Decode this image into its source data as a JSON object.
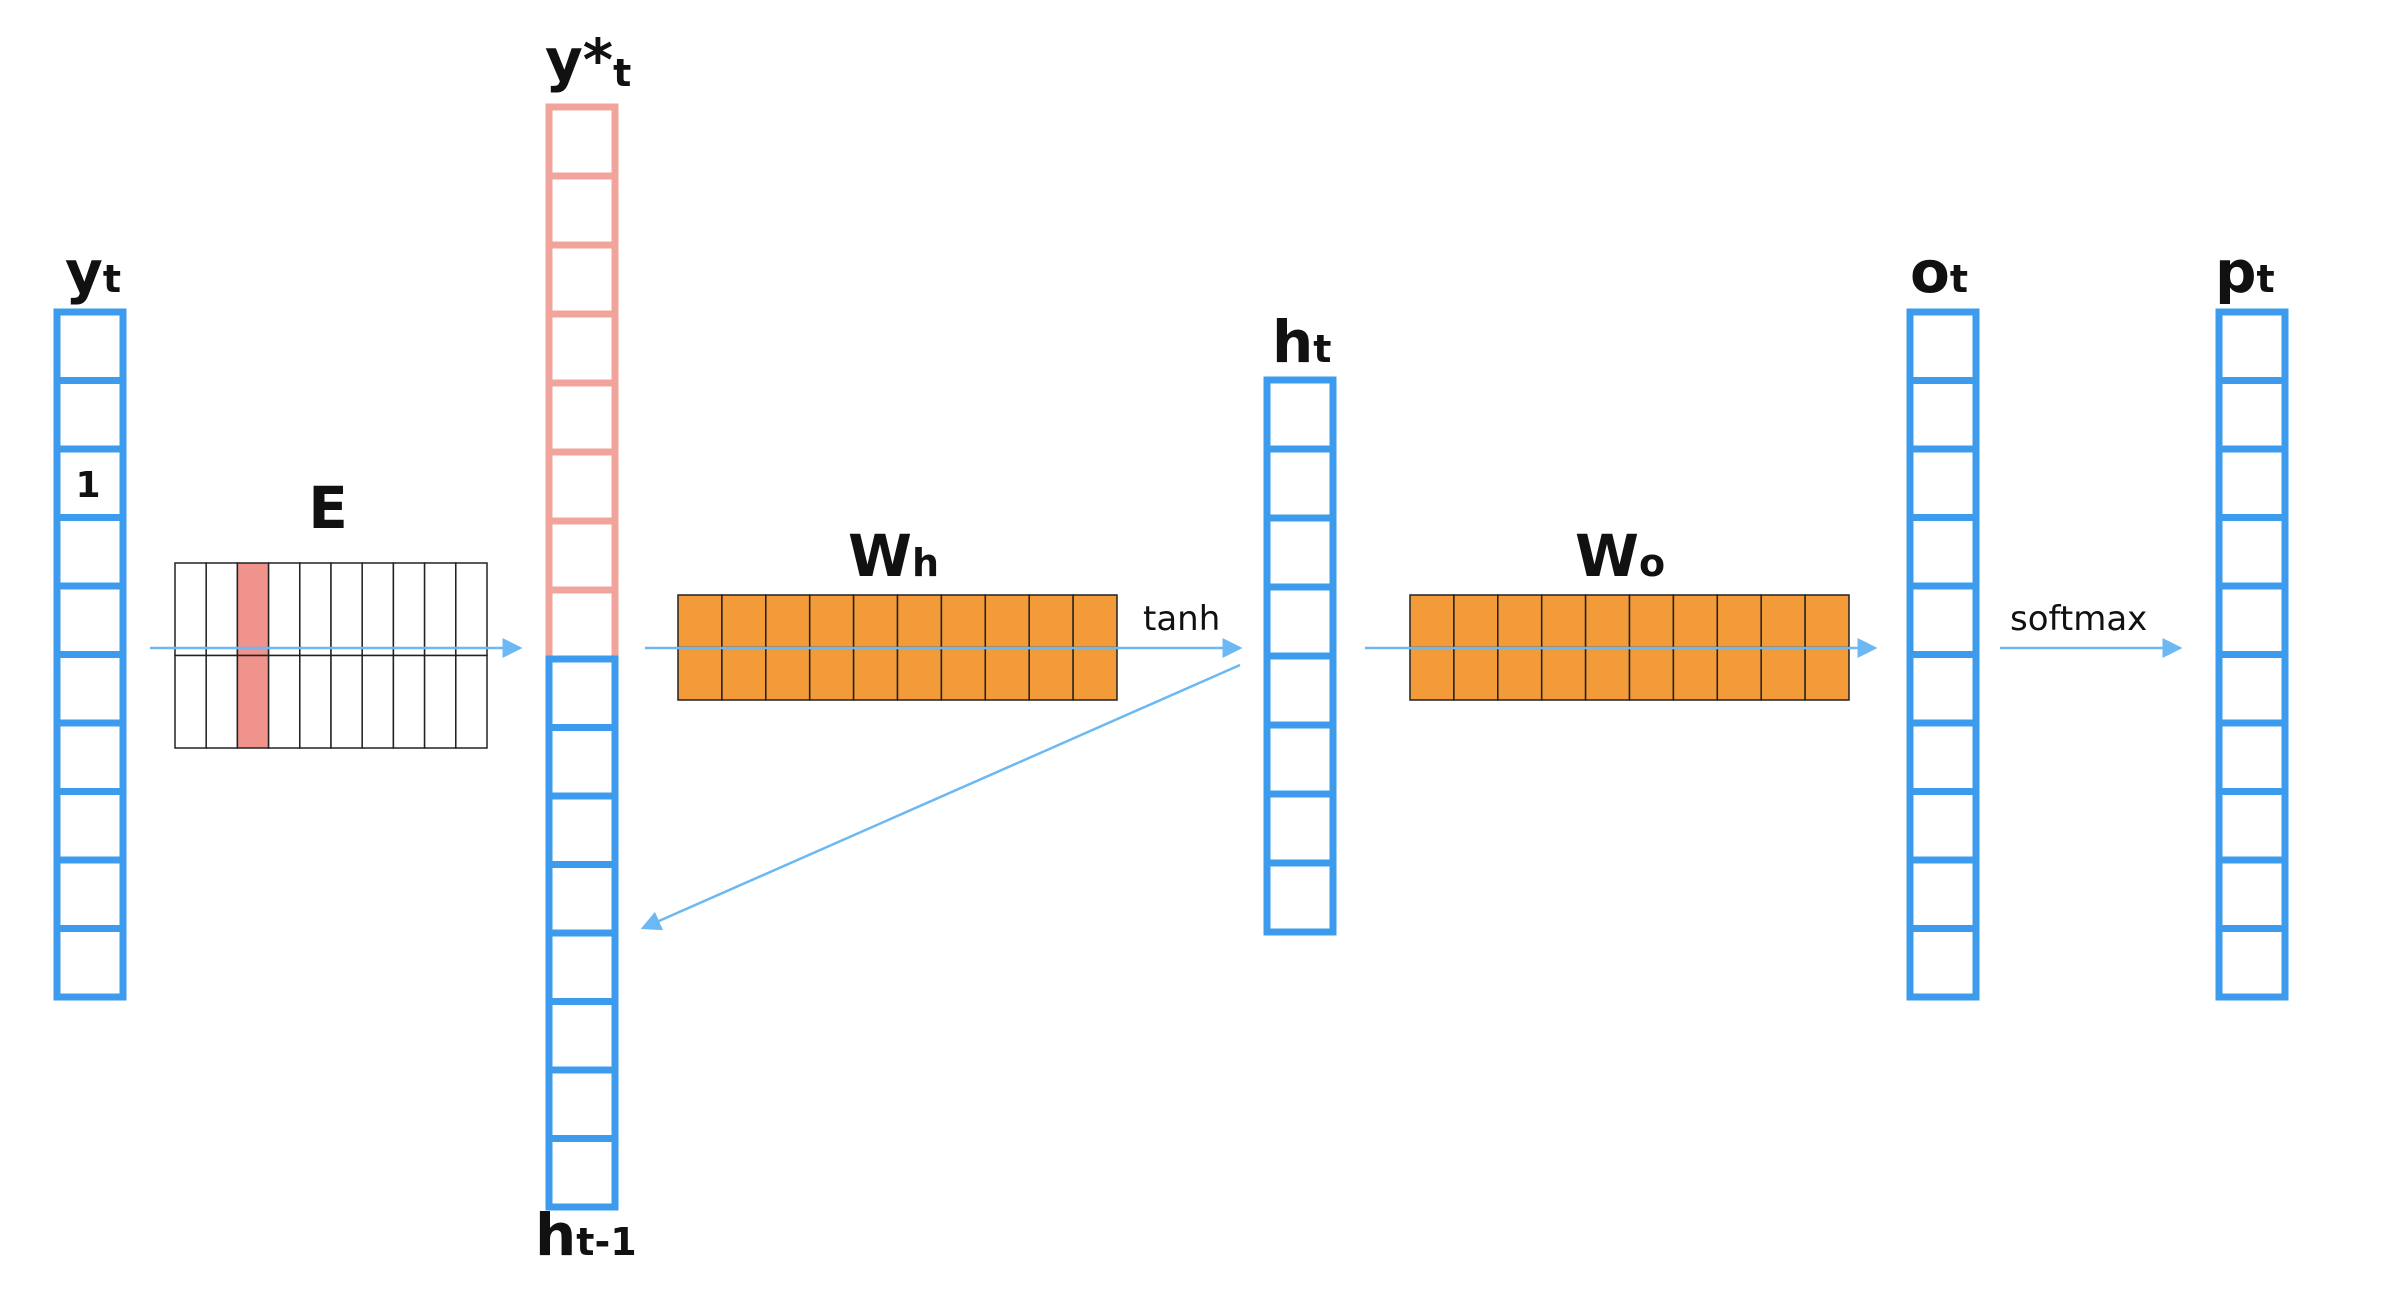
{
  "labels": {
    "yt": {
      "base": "y",
      "sub": "t"
    },
    "ystar": {
      "base": "y*",
      "sub": "t"
    },
    "htm1": {
      "base": "h",
      "sub": "t-1"
    },
    "e": {
      "base": "E"
    },
    "wh": {
      "base": "W",
      "sub": "h"
    },
    "ht": {
      "base": "h",
      "sub": "t"
    },
    "wo": {
      "base": "W",
      "sub": "o"
    },
    "ot": {
      "base": "o",
      "sub": "t"
    },
    "pt": {
      "base": "p",
      "sub": "t"
    },
    "tanh": "tanh",
    "softmax": "softmax",
    "one": "1"
  },
  "colors": {
    "vector_blue": "#3d9bed",
    "arrow_blue": "#6cb8f2",
    "embed_pink": "#f0a49b",
    "embed_col": "#f0938c",
    "matrix_orange": "#f29b38",
    "grid_line": "#222222"
  }
}
